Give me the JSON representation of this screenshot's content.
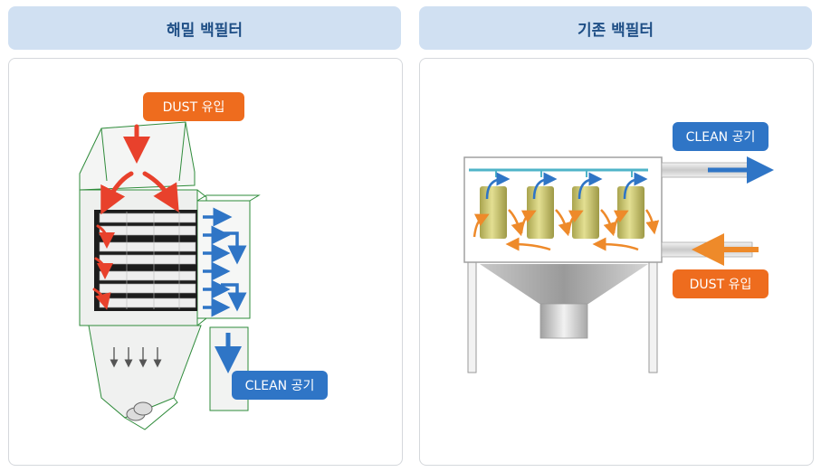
{
  "left_panel": {
    "title": "해밀 백필터",
    "dust_label": "DUST 유입",
    "clean_label": "CLEAN 공기"
  },
  "right_panel": {
    "title": "기존 백필터",
    "clean_label": "CLEAN 공기",
    "dust_label": "DUST 유입"
  },
  "colors": {
    "header_bg": "#d0e0f2",
    "header_text": "#1f4f86",
    "dust_tag": "#ee6c1e",
    "clean_tag": "#2f75c6",
    "dust_arrow": "#e8412c",
    "clean_arrow": "#2f75c6",
    "frame_line": "#2e8b3a",
    "filter_bag": "#c9c46c"
  }
}
